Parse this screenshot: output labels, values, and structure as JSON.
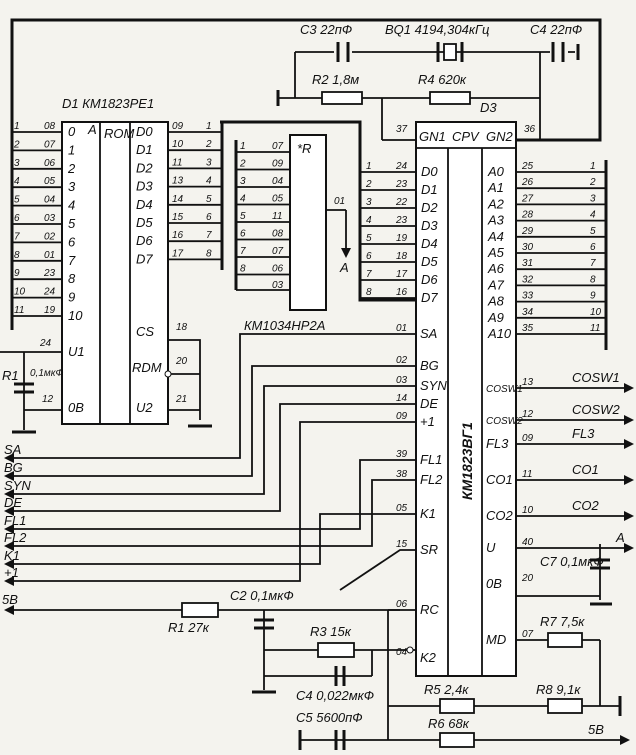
{
  "parts": {
    "d1": {
      "name": "D1 КМ1823РЕ1",
      "title": "ROM"
    },
    "d2": {
      "name": "КМ1034НР2А",
      "title": "*R"
    },
    "d3": {
      "name": "D3",
      "chip": "КМ1823ВГ1",
      "func": "CPV"
    }
  },
  "components": {
    "c3": "C3 22пФ",
    "bq1": "BQ1 4194,304кГц",
    "c4": "C4 22пФ",
    "r2": "R2 1,8м",
    "r4": "R4 620к",
    "r1": "R1 27к",
    "c2": "C2 0,1мкФ",
    "r3": "R3 15к",
    "c4b": "C4 0,022мкФ",
    "c5": "C5 5600пФ",
    "r5": "R5 2,4к",
    "r6": "R6 68к",
    "r8": "R8 9,1к",
    "r7": "R7 7,5к",
    "c7": "C7 0,1мкФ",
    "rc1": "R1",
    "c1": "0,1мкФ"
  },
  "d1_left": [
    {
      "ext": "1",
      "pin": "08",
      "name": "0"
    },
    {
      "ext": "2",
      "pin": "07",
      "name": "1"
    },
    {
      "ext": "3",
      "pin": "06",
      "name": "2"
    },
    {
      "ext": "4",
      "pin": "05",
      "name": "3"
    },
    {
      "ext": "5",
      "pin": "04",
      "name": "4"
    },
    {
      "ext": "6",
      "pin": "03",
      "name": "5"
    },
    {
      "ext": "7",
      "pin": "02",
      "name": "6"
    },
    {
      "ext": "8",
      "pin": "01",
      "name": "7"
    },
    {
      "ext": "9",
      "pin": "23",
      "name": "8"
    },
    {
      "ext": "10",
      "pin": "24",
      "name": "9"
    },
    {
      "ext": "11",
      "pin": "19",
      "name": "10"
    }
  ],
  "d1_addr_label": "A",
  "d1_right": [
    {
      "name": "D0",
      "pin": "09",
      "ext": "1"
    },
    {
      "name": "D1",
      "pin": "10",
      "ext": "2"
    },
    {
      "name": "D2",
      "pin": "11",
      "ext": "3"
    },
    {
      "name": "D3",
      "pin": "13",
      "ext": "4"
    },
    {
      "name": "D4",
      "pin": "14",
      "ext": "5"
    },
    {
      "name": "D5",
      "pin": "15",
      "ext": "6"
    },
    {
      "name": "D6",
      "pin": "16",
      "ext": "7"
    },
    {
      "name": "D7",
      "pin": "17",
      "ext": "8"
    }
  ],
  "d1_ctrl": {
    "u1": "U1",
    "u1pin": "24",
    "ob": "0B",
    "obpin": "12",
    "cs": "CS",
    "cspin": "18",
    "rdm": "RDM",
    "rdmpin": "20",
    "u2": "U2",
    "u2pin": "21"
  },
  "d2_pins": [
    {
      "ext": "1",
      "pin": "07"
    },
    {
      "ext": "2",
      "pin": "09"
    },
    {
      "ext": "3",
      "pin": "04"
    },
    {
      "ext": "4",
      "pin": "05"
    },
    {
      "ext": "5",
      "pin": "11"
    },
    {
      "ext": "6",
      "pin": "08"
    },
    {
      "ext": "7",
      "pin": "07"
    },
    {
      "ext": "8",
      "pin": "06"
    }
  ],
  "d2_extra": {
    "p03": "03",
    "p01": "01",
    "a": "A"
  },
  "d3_left": [
    {
      "ext": "1",
      "pin": "24",
      "name": "D0"
    },
    {
      "ext": "2",
      "pin": "23",
      "name": "D1"
    },
    {
      "ext": "3",
      "pin": "22",
      "name": "D2"
    },
    {
      "ext": "4",
      "pin": "23",
      "name": "D3"
    },
    {
      "ext": "5",
      "pin": "19",
      "name": "D4"
    },
    {
      "ext": "6",
      "pin": "18",
      "name": "D5"
    },
    {
      "ext": "7",
      "pin": "17",
      "name": "D6"
    },
    {
      "ext": "8",
      "pin": "16",
      "name": "D7"
    }
  ],
  "d3_ctrl": [
    {
      "pin": "01",
      "name": "SA"
    },
    {
      "pin": "02",
      "name": "BG"
    },
    {
      "pin": "03",
      "name": "SYN"
    },
    {
      "pin": "14",
      "name": "DE"
    },
    {
      "pin": "09",
      "name": "+1"
    },
    {
      "pin": "39",
      "name": "FL1"
    },
    {
      "pin": "38",
      "name": "FL2"
    },
    {
      "pin": "05",
      "name": "K1"
    },
    {
      "pin": "15",
      "name": "SR"
    },
    {
      "pin": "06",
      "name": "RC"
    },
    {
      "pin": "04",
      "name": "K2"
    }
  ],
  "d3_top": {
    "gn1": "GN1",
    "gn1pin": "37",
    "gn2": "GN2",
    "gn2pin": "36"
  },
  "d3_right_addr": [
    {
      "name": "A0",
      "pin": "25",
      "ext": "1"
    },
    {
      "name": "A1",
      "pin": "26",
      "ext": "2"
    },
    {
      "name": "A2",
      "pin": "27",
      "ext": "3"
    },
    {
      "name": "A3",
      "pin": "28",
      "ext": "4"
    },
    {
      "name": "A4",
      "pin": "29",
      "ext": "5"
    },
    {
      "name": "A5",
      "pin": "30",
      "ext": "6"
    },
    {
      "name": "A6",
      "pin": "31",
      "ext": "7"
    },
    {
      "name": "A7",
      "pin": "32",
      "ext": "8"
    },
    {
      "name": "A8",
      "pin": "33",
      "ext": "9"
    },
    {
      "name": "A9",
      "pin": "34",
      "ext": "10"
    },
    {
      "name": "A10",
      "pin": "35",
      "ext": "11"
    }
  ],
  "d3_right_ctrl": [
    {
      "name": "COSW1",
      "pin": "13",
      "sig": "COSW1"
    },
    {
      "name": "COSW2",
      "pin": "12",
      "sig": "COSW2"
    },
    {
      "name": "FL3",
      "pin": "09",
      "sig": "FL3"
    },
    {
      "name": "CO1",
      "pin": "11",
      "sig": "CO1"
    },
    {
      "name": "CO2",
      "pin": "10",
      "sig": "CO2"
    },
    {
      "name": "U",
      "pin": "40",
      "sig": "A"
    },
    {
      "name": "0B",
      "pin": "20",
      "sig": ""
    },
    {
      "name": "MD",
      "pin": "07",
      "sig": ""
    }
  ],
  "left_signals": [
    "SA",
    "BG",
    "SYN",
    "DE",
    "FL1",
    "FL2",
    "K1",
    "+1"
  ],
  "supply": {
    "left": "5В",
    "bottom": "5В"
  }
}
